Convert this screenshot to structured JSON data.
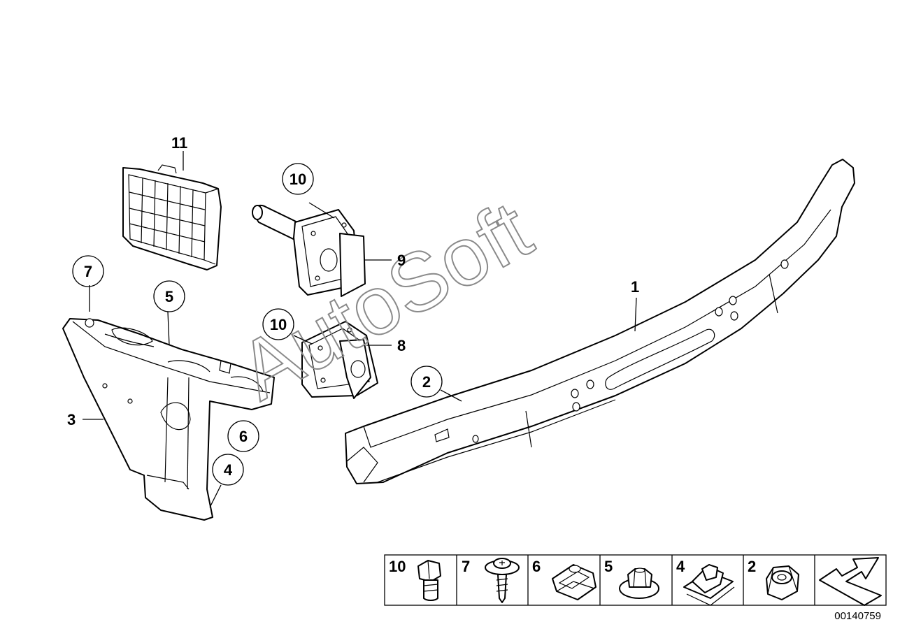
{
  "callouts": {
    "c11": "11",
    "c10a": "10",
    "c9": "9",
    "c7": "7",
    "c5": "5",
    "c10b": "10",
    "c8": "8",
    "c1": "1",
    "c2": "2",
    "c3": "3",
    "c6": "6",
    "c4": "4"
  },
  "watermark": "AutoSoft",
  "legend": {
    "cells": [
      {
        "num": "10",
        "icon": "hex-bolt-icon"
      },
      {
        "num": "7",
        "icon": "collar-screw-icon"
      },
      {
        "num": "6",
        "icon": "clip-nut-icon"
      },
      {
        "num": "5",
        "icon": "flange-nut-icon"
      },
      {
        "num": "4",
        "icon": "spring-nut-icon"
      },
      {
        "num": "2",
        "icon": "hex-nut-icon"
      }
    ],
    "arrow_icon": "direction-arrow-icon"
  },
  "doc_number": "00140759",
  "colors": {
    "line": "#000000",
    "background": "#ffffff",
    "watermark": "#8a8a8a"
  }
}
